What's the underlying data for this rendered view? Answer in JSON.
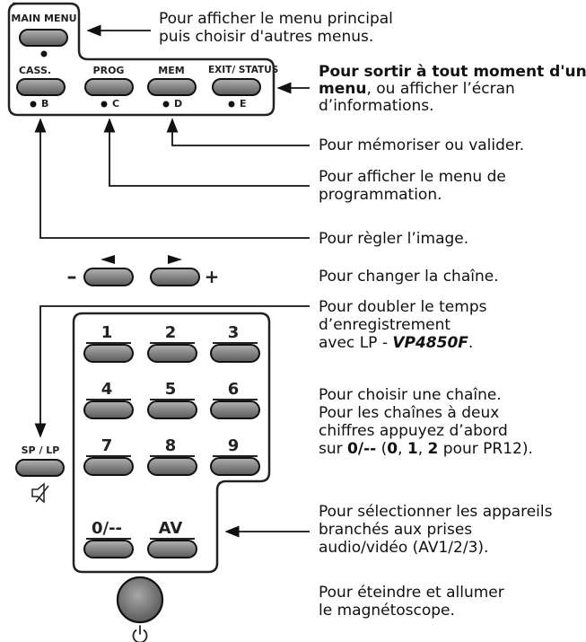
{
  "buttons": {
    "main_menu": "MAIN MENU",
    "cass": "CASS.",
    "prog": "PROG",
    "mem": "MEM",
    "exit_status": "EXIT/ STATUS",
    "cass_sub": "B",
    "prog_sub": "C",
    "mem_sub": "D",
    "exit_sub": "E",
    "minus": "–",
    "plus": "+",
    "left_arrow": "◄",
    "right_arrow": "►",
    "sp_lp": "SP / LP",
    "keys": [
      "1",
      "2",
      "3",
      "4",
      "5",
      "6",
      "7",
      "8",
      "9"
    ],
    "zero": "0/--",
    "av": "AV"
  },
  "icons": {
    "mute": "mute-speaker-icon",
    "power": "power-icon"
  },
  "desc": {
    "main_menu_1": "Pour afficher le menu principal",
    "main_menu_2": "puis choisir d'autres menus.",
    "exit_bold_1": "Pour sortir à tout moment d'un",
    "exit_bold_2": "menu",
    "exit_2_rest": ", ou afficher l’écran",
    "exit_3": "d’informations.",
    "mem": "Pour mémoriser ou valider.",
    "prog_1": "Pour afficher le menu de",
    "prog_2": "programmation.",
    "cass": "Pour règler l’image.",
    "channel": "Pour changer la chaîne.",
    "splp_1": "Pour doubler le temps",
    "splp_2": "d’enregistrement",
    "splp_3_a": "avec LP - ",
    "splp_3_b": "VP4850F",
    "splp_3_c": ".",
    "digits_1": "Pour choisir une chaîne.",
    "digits_2": "Pour les chaînes à deux",
    "digits_3": "chiffres appuyez d’abord",
    "digits_4_a": "sur ",
    "digits_4_b": "0/--",
    "digits_4_c": " (",
    "digits_4_d": "0",
    "digits_4_e": ", ",
    "digits_4_f": "1",
    "digits_4_g": ", ",
    "digits_4_h": "2",
    "digits_4_i": " pour PR12).",
    "av_1": "Pour sélectionner les appareils",
    "av_2": "branchés aux prises",
    "av_3": "audio/vidéo (AV1/2/3).",
    "power_1": "Pour éteindre et allumer",
    "power_2": "le magnétoscope."
  }
}
